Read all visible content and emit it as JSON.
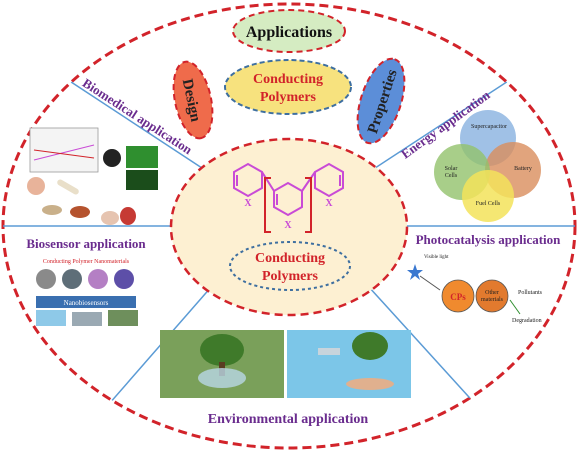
{
  "top_oval": {
    "label": "Applications"
  },
  "center_top_oval": {
    "line1": "Conducting",
    "line2": "Polymers"
  },
  "design_oval": {
    "label": "Design"
  },
  "properties_oval": {
    "label": "Properties"
  },
  "center_bottom_oval": {
    "line1": "Conducting",
    "line2": "Polymers"
  },
  "sections": {
    "biomedical": "Biomedical application",
    "energy": "Energy application",
    "biosensor": "Biosensor application",
    "photocatalysis": "Photocatalysis application",
    "environmental": "Environmental application"
  },
  "energy_venn": {
    "supercapacitor": "Supercapacitor",
    "battery": "Battery",
    "solar_line1": "Solar",
    "solar_line2": "Cells",
    "fuel": "Fuel Cells"
  },
  "biosensor_panel": {
    "title": "Conducting Polymer Nanomaterials",
    "nanobiosensors": "Nanobiosensors"
  },
  "photocatalysis_panel": {
    "visible_light": "Visible light",
    "cps": "CPs",
    "other_line1": "Other",
    "other_line2": "materials",
    "pollutants": "Pollutants",
    "degradation": "Degradation"
  },
  "structure": {
    "x_left": "X",
    "x_mid": "X",
    "x_right": "X"
  },
  "colors": {
    "dashed_red": "#d2232a",
    "divider": "#5b9bd5",
    "section_title": "#6a2c8e",
    "structure": "#c94bd6",
    "center_fill": "#fdf0d2",
    "applications_fill": "#d5ecc2",
    "design_fill": "#ef6b4b",
    "properties_fill": "#5c8ed8",
    "cp_fill": "#f7e27e"
  }
}
